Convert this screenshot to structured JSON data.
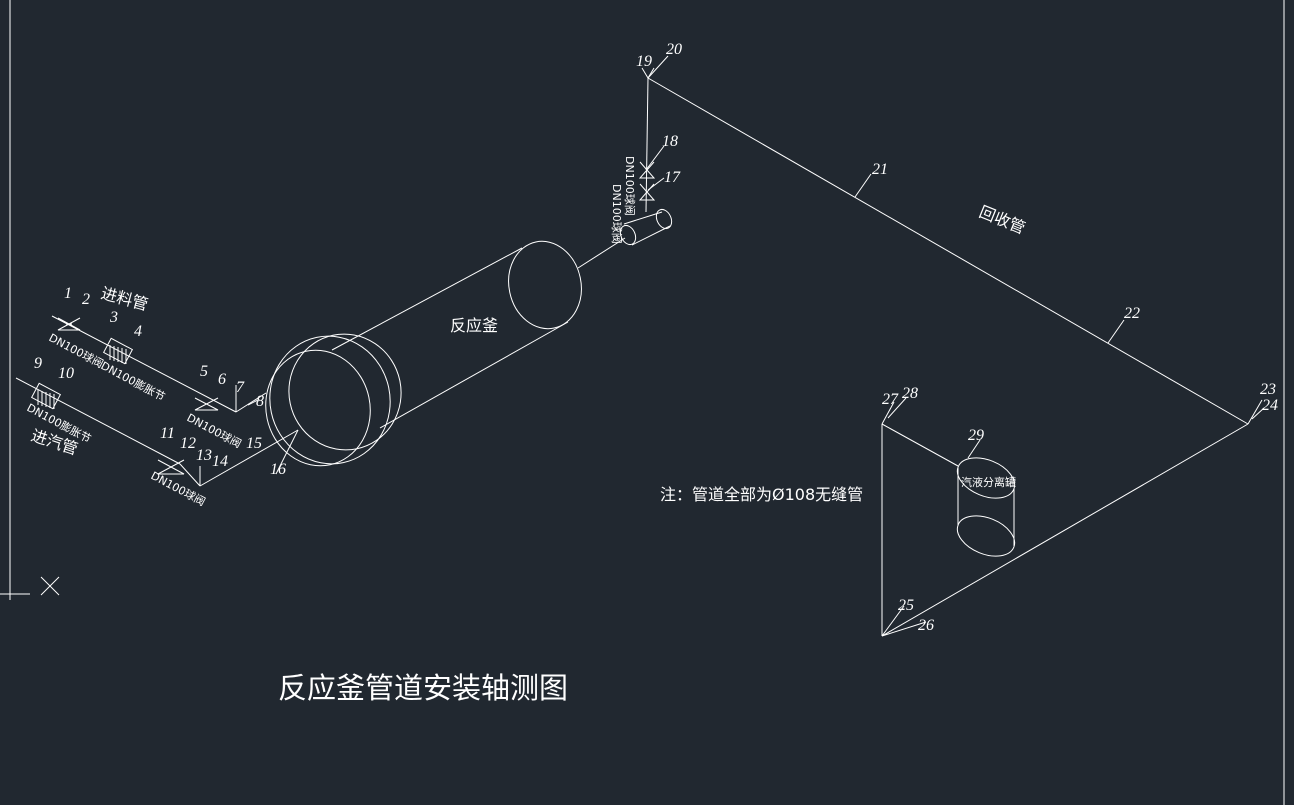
{
  "colors": {
    "background": "#212830",
    "line": "#ffffff"
  },
  "title": "反应釜管道安装轴测图",
  "note": "注：管道全部为Ø108无缝管",
  "vessel_label": "反应釜",
  "separator_label": "汽液分离罐",
  "labels": {
    "feed_pipe": "进料管",
    "steam_pipe": "进汽管",
    "return_pipe": "回收管",
    "valve_feed_a": "DN100球阀",
    "joint_feed": "DN100膨胀节",
    "valve_feed_b": "DN100球阀",
    "joint_steam": "DN100膨胀节",
    "valve_steam": "DN100球阀",
    "valve_vertical_a": "DN100球阀",
    "valve_vertical_b": "DN100球阀"
  },
  "point_numbers": {
    "p1": "1",
    "p2": "2",
    "p3": "3",
    "p4": "4",
    "p5": "5",
    "p6": "6",
    "p7": "7",
    "p8": "8",
    "p9": "9",
    "p10": "10",
    "p11": "11",
    "p12": "12",
    "p13": "13",
    "p14": "14",
    "p15": "15",
    "p16": "16",
    "p17": "17",
    "p18": "18",
    "p19": "19",
    "p20": "20",
    "p21": "21",
    "p22": "22",
    "p23": "23",
    "p24": "24",
    "p25": "25",
    "p26": "26",
    "p27": "27",
    "p28": "28",
    "p29": "29"
  }
}
